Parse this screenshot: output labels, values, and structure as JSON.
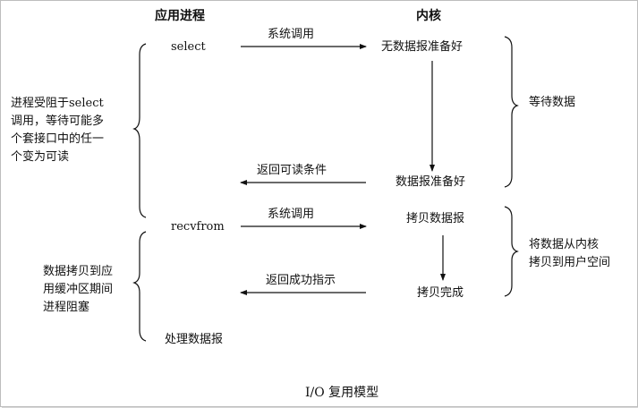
{
  "headers": {
    "app_process": "应用进程",
    "kernel": "内核"
  },
  "app": {
    "select": "select",
    "recvfrom": "recvfrom",
    "process_datagram": "处理数据报"
  },
  "messages": {
    "syscall_1": "系统调用",
    "return_readable": "返回可读条件",
    "syscall_2": "系统调用",
    "return_success": "返回成功指示"
  },
  "kernel": {
    "no_datagram_ready": "无数据报准备好",
    "datagram_ready": "数据报准备好",
    "copy_datagram": "拷贝数据报",
    "copy_complete": "拷贝完成"
  },
  "left_notes": {
    "blocked_in_select": "进程受阻于select\n调用，等待可能多\n个套接口中的任一\n个变为可读",
    "blocked_during_copy": "数据拷贝到应\n用缓冲区期间\n进程阻塞"
  },
  "right_notes": {
    "wait_for_data": "等待数据",
    "copy_to_user": "将数据从内核\n拷贝到用户空间"
  },
  "caption": "I/O 复用模型"
}
